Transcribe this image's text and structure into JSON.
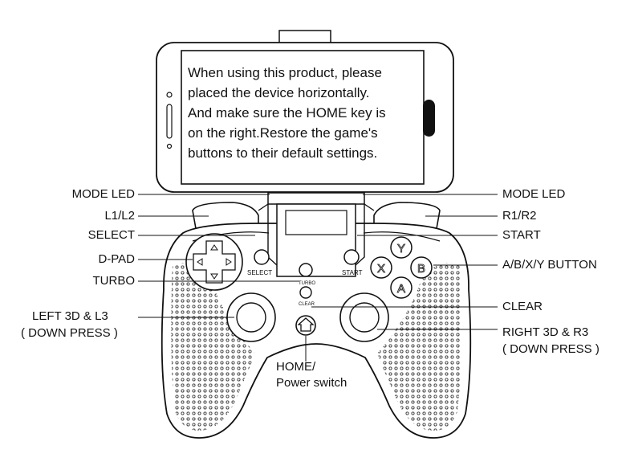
{
  "screen_text": [
    "When using this product, please",
    "placed the device horizontally.",
    "And make sure the HOME key is",
    "on the right.Restore the game's",
    "buttons to their default settings."
  ],
  "left_labels": {
    "mode_led": "MODE LED",
    "l1_l2": "L1/L2",
    "select": "SELECT",
    "dpad": "D-PAD",
    "turbo": "TURBO",
    "left_3d_line1": "LEFT 3D & L3",
    "left_3d_line2": "( DOWN PRESS )"
  },
  "right_labels": {
    "mode_led": "MODE LED",
    "r1_r2": "R1/R2",
    "start": "START",
    "abxy": "A/B/X/Y BUTTON",
    "clear": "CLEAR",
    "right_3d_line1": "RIGHT 3D & R3",
    "right_3d_line2": "( DOWN PRESS )"
  },
  "bottom_labels": {
    "home_line1": "HOME/",
    "home_line2": "Power switch"
  },
  "controller_marks": {
    "select": "SELECT",
    "start": "START",
    "turbo": "TURBO",
    "clear": "CLEAR",
    "btn_y": "Y",
    "btn_x": "X",
    "btn_b": "B",
    "btn_a": "A"
  }
}
